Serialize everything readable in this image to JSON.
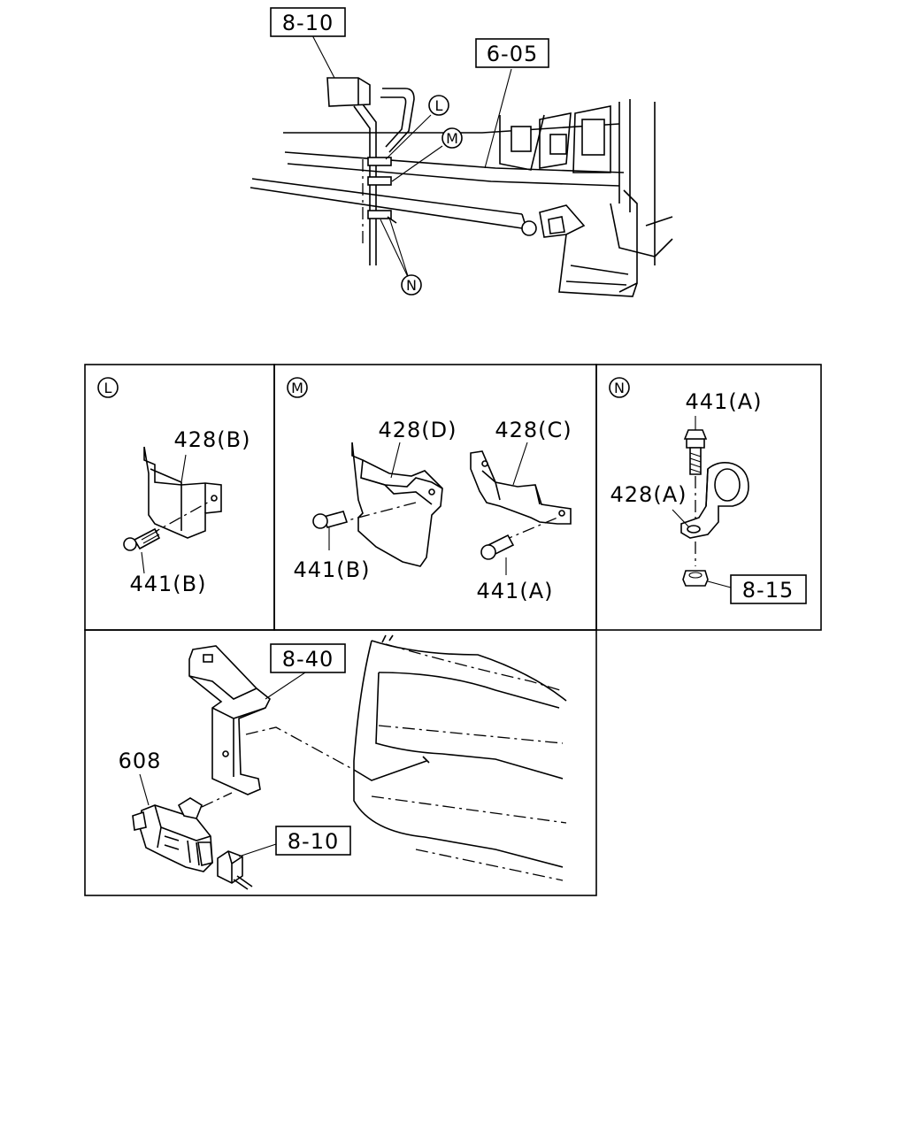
{
  "refs": {
    "top_8_10": "8-10",
    "top_6_05": "6-05",
    "ref_8_15": "8-15",
    "ref_8_40": "8-40",
    "bottom_8_10": "8-10"
  },
  "markers": {
    "L": "L",
    "M": "M",
    "N": "N"
  },
  "panel_L": {
    "marker": "L",
    "part_428b": "428(B)",
    "part_441b": "441(B)"
  },
  "panel_M": {
    "marker": "M",
    "part_428d": "428(D)",
    "part_428c": "428(C)",
    "part_441b": "441(B)",
    "part_441a": "441(A)"
  },
  "panel_N": {
    "marker": "N",
    "part_441a": "441(A)",
    "part_428a": "428(A)"
  },
  "panel_sensor": {
    "part_608": "608"
  }
}
